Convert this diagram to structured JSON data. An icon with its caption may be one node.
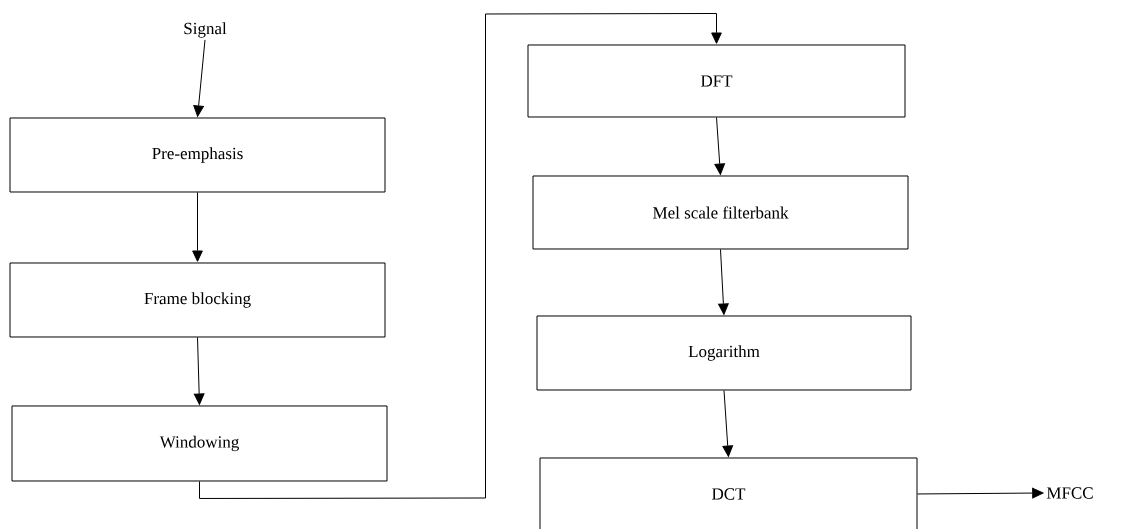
{
  "diagram": {
    "nodes": [
      {
        "text": [
          "Signal"
        ]
      },
      {
        "text": [
          "Pre-emphasis"
        ]
      },
      {
        "text": [
          "Frame blocking"
        ]
      },
      {
        "text": [
          "Windowing"
        ]
      },
      {
        "text": [
          "DFT"
        ]
      },
      {
        "text": [
          "Mel scale filterbank"
        ]
      },
      {
        "text": [
          "Logarithm"
        ]
      },
      {
        "text": [
          "DCT"
        ]
      },
      {
        "text": [
          "MFCC"
        ]
      }
    ],
    "edges": [
      {
        "from": 0,
        "to": 1,
        "arrow": "to"
      },
      {
        "from": 1,
        "to": 2,
        "arrow": "to"
      },
      {
        "from": 2,
        "to": 3,
        "arrow": "to"
      },
      {
        "from": 3,
        "to": 4,
        "arrow": "to"
      },
      {
        "from": 4,
        "to": 5,
        "arrow": "to"
      },
      {
        "from": 5,
        "to": 6,
        "arrow": "to"
      },
      {
        "from": 6,
        "to": 7,
        "arrow": "to"
      },
      {
        "from": 7,
        "to": 8,
        "arrow": "to"
      }
    ]
  }
}
